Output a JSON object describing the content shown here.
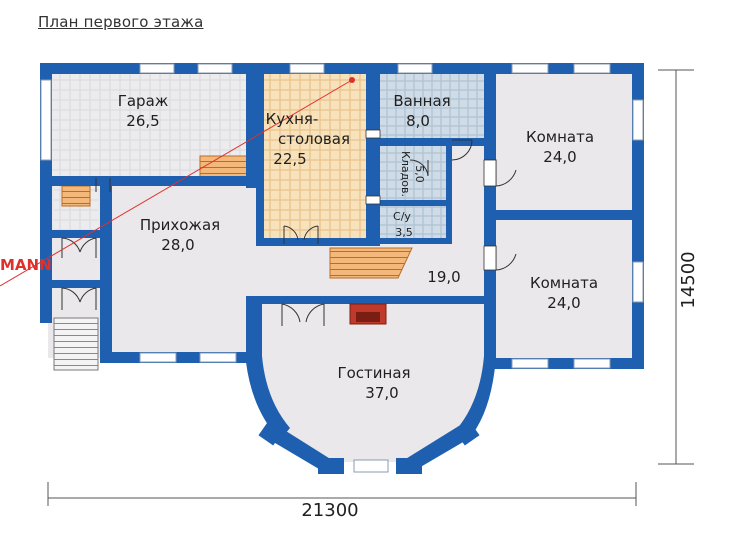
{
  "title": "План первого этажа",
  "brand": "MANN",
  "colors": {
    "wall": "#1f5fb0",
    "floor_gray": "#eae8ea",
    "tile_gray": "#dedcdf",
    "tile_blue": "#c7d5e2",
    "tile_kitchen": "#f6dcb0",
    "stair": "#e7a055",
    "red_line": "#e0302c"
  },
  "rooms": {
    "garage": {
      "name": "Гараж",
      "area": "26,5"
    },
    "kitchen": {
      "name_line1": "Кухня-",
      "name_line2": "столовая",
      "area": "22,5"
    },
    "bath": {
      "name": "Ванная",
      "area": "8,0"
    },
    "pantry": {
      "name": "Кладов.",
      "area": "5,0"
    },
    "wc": {
      "name": "С/у",
      "area": "3,5"
    },
    "hall": {
      "name": "Прихожая",
      "area": "28,0"
    },
    "corridor": {
      "area": "19,0"
    },
    "room1": {
      "name": "Комната",
      "area": "24,0"
    },
    "room2": {
      "name": "Комната",
      "area": "24,0"
    },
    "living": {
      "name": "Гостиная",
      "area": "37,0"
    }
  },
  "dimensions": {
    "width": "21300",
    "height": "14500"
  }
}
